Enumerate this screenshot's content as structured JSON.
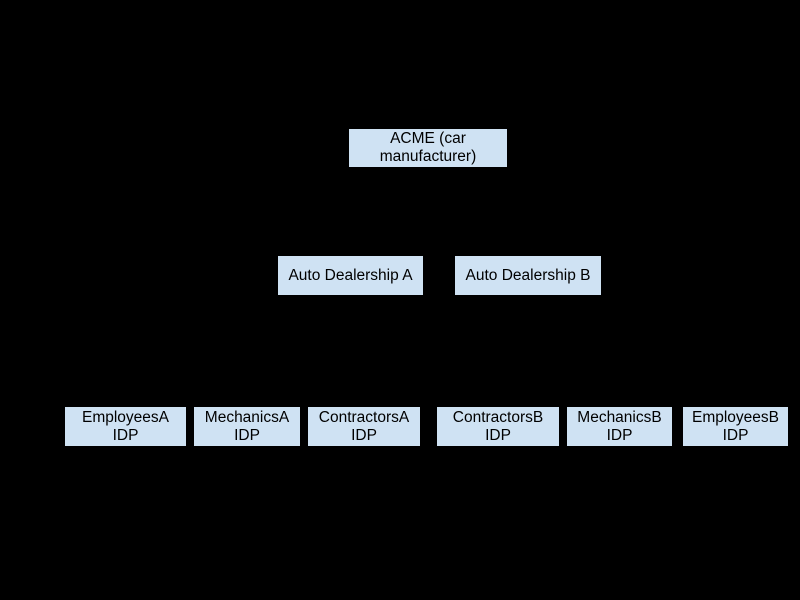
{
  "colors": {
    "background": "#000000",
    "node_fill": "#cfe2f3",
    "node_border": "#000000",
    "node_text": "#000000"
  },
  "diagram": {
    "root": {
      "line1": "ACME (car",
      "line2": "manufacturer)"
    },
    "dealerships": [
      {
        "label": "Auto Dealership A"
      },
      {
        "label": "Auto Dealership B"
      }
    ],
    "idps": [
      {
        "line1": "EmployeesA",
        "line2": "IDP"
      },
      {
        "line1": "MechanicsA",
        "line2": "IDP"
      },
      {
        "line1": "ContractorsA",
        "line2": "IDP"
      },
      {
        "line1": "ContractorsB",
        "line2": "IDP"
      },
      {
        "line1": "MechanicsB",
        "line2": "IDP"
      },
      {
        "line1": "EmployeesB",
        "line2": "IDP"
      }
    ]
  }
}
